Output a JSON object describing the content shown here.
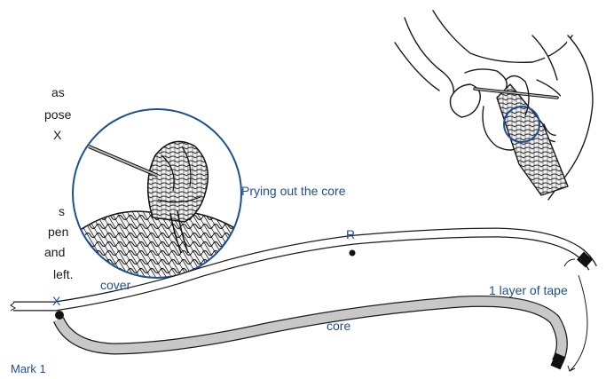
{
  "colors": {
    "accent": "#1d4f91",
    "ink": "#1a1a1a",
    "core_fill": "#c8c8c8"
  },
  "left_text_fragments": [
    "as",
    "pose",
    "X",
    "s",
    "pen",
    "and",
    "left."
  ],
  "labels": {
    "prying": "Prying out the core",
    "r_mark": "R",
    "x_mark": "X",
    "cover": "cover",
    "core": "core",
    "tape": "1 layer of tape",
    "mark1": "Mark 1"
  },
  "icons": [
    "hands-with-fid-illustration",
    "rope-crossing-magnified-illustration",
    "fid-needle-icon"
  ]
}
